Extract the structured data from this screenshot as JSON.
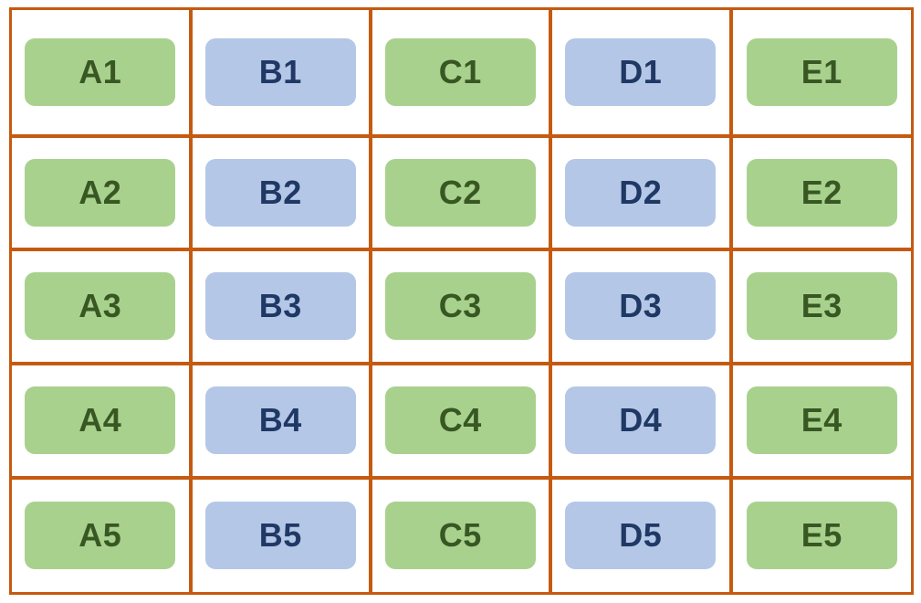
{
  "colors": {
    "border": "#c55a11",
    "green_fill": "#a9d18e",
    "green_text": "#385723",
    "blue_fill": "#b4c7e7",
    "blue_text": "#203864"
  },
  "rows": [
    [
      {
        "label": "A1",
        "color": "green"
      },
      {
        "label": "B1",
        "color": "blue"
      },
      {
        "label": "C1",
        "color": "green"
      },
      {
        "label": "D1",
        "color": "blue"
      },
      {
        "label": "E1",
        "color": "green"
      }
    ],
    [
      {
        "label": "A2",
        "color": "green"
      },
      {
        "label": "B2",
        "color": "blue"
      },
      {
        "label": "C2",
        "color": "green"
      },
      {
        "label": "D2",
        "color": "blue"
      },
      {
        "label": "E2",
        "color": "green"
      }
    ],
    [
      {
        "label": "A3",
        "color": "green"
      },
      {
        "label": "B3",
        "color": "blue"
      },
      {
        "label": "C3",
        "color": "green"
      },
      {
        "label": "D3",
        "color": "blue"
      },
      {
        "label": "E3",
        "color": "green"
      }
    ],
    [
      {
        "label": "A4",
        "color": "green"
      },
      {
        "label": "B4",
        "color": "blue"
      },
      {
        "label": "C4",
        "color": "green"
      },
      {
        "label": "D4",
        "color": "blue"
      },
      {
        "label": "E4",
        "color": "green"
      }
    ],
    [
      {
        "label": "A5",
        "color": "green"
      },
      {
        "label": "B5",
        "color": "blue"
      },
      {
        "label": "C5",
        "color": "green"
      },
      {
        "label": "D5",
        "color": "blue"
      },
      {
        "label": "E5",
        "color": "green"
      }
    ]
  ]
}
